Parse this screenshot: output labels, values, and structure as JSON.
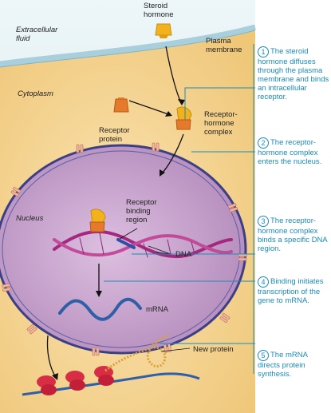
{
  "labels": {
    "extracellular": "Extracellular fluid",
    "steroid": "Steroid hormone",
    "plasma": "Plasma membrane",
    "cytoplasm": "Cytoplasm",
    "receptor_protein": "Receptor protein",
    "complex": "Receptor-hormone complex",
    "nucleus": "Nucleus",
    "binding_region": "Receptor binding region",
    "dna": "DNA",
    "mrna": "mRNA",
    "new_protein": "New protein"
  },
  "steps": [
    {
      "num": "1",
      "text": "The steroid hormone diffuses through the plasma membrane and binds an intracellular receptor."
    },
    {
      "num": "2",
      "text": "The receptor-hormone complex enters the nucleus."
    },
    {
      "num": "3",
      "text": "The receptor-hormone complex binds a specific DNA region."
    },
    {
      "num": "4",
      "text": "Binding initiates transcription of the gene to mRNA."
    },
    {
      "num": "5",
      "text": "The mRNA directs protein synthesis."
    }
  ],
  "colors": {
    "cytoplasm": "#f4d49a",
    "extracellular": "#dceef2",
    "membrane": "#a9cfdc",
    "nucleus": "#c9a3cc",
    "nuclear_envelope": "#3c3f86",
    "dna": "#a4287e",
    "mrna": "#2f5fa6",
    "callout": "#1a8cb8",
    "hormone": "#f2b21d",
    "receptor": "#e47a2b",
    "ribosome": "#d72d45"
  }
}
